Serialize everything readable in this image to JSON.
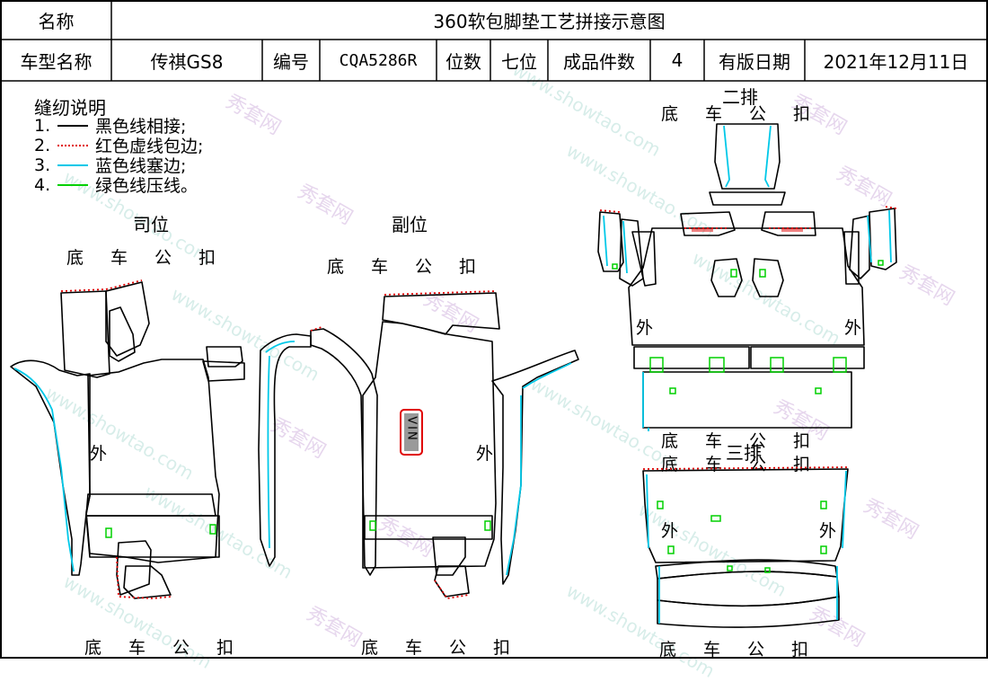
{
  "header": {
    "name_label": "名称",
    "title": "360软包脚垫工艺拼接示意图",
    "model_label": "车型名称",
    "model_value": "传祺GS8",
    "code_label": "编号",
    "code_value": "CQA5286R",
    "seat_label": "位数",
    "seat_value": "七位",
    "pieces_label": "成品件数",
    "pieces_value": "4",
    "date_label": "有版日期",
    "date_value": "2021年12月11日"
  },
  "legend": {
    "title": "缝纫说明",
    "items": [
      {
        "num": "1.",
        "text": "黑色线相接;",
        "color": "#000000",
        "style": "solid"
      },
      {
        "num": "2.",
        "text": "红色虚线包边;",
        "color": "#e00000",
        "style": "dotted"
      },
      {
        "num": "3.",
        "text": "蓝色线塞边;",
        "color": "#00c8e8",
        "style": "solid"
      },
      {
        "num": "4.",
        "text": "绿色线压线。",
        "color": "#00d000",
        "style": "solid"
      }
    ]
  },
  "sections": {
    "driver": "司位",
    "passenger": "副位",
    "row2": "二排",
    "row3": "三排"
  },
  "labels": {
    "bottom_clip": "底车公扣",
    "outer": "外",
    "vin": "VIN"
  },
  "watermark": {
    "cn": "秀套网",
    "url": "www.showtao.com"
  },
  "colors": {
    "black_line": "#000000",
    "red_dotted": "#e00000",
    "blue_line": "#00c8e8",
    "green_line": "#00d000"
  }
}
